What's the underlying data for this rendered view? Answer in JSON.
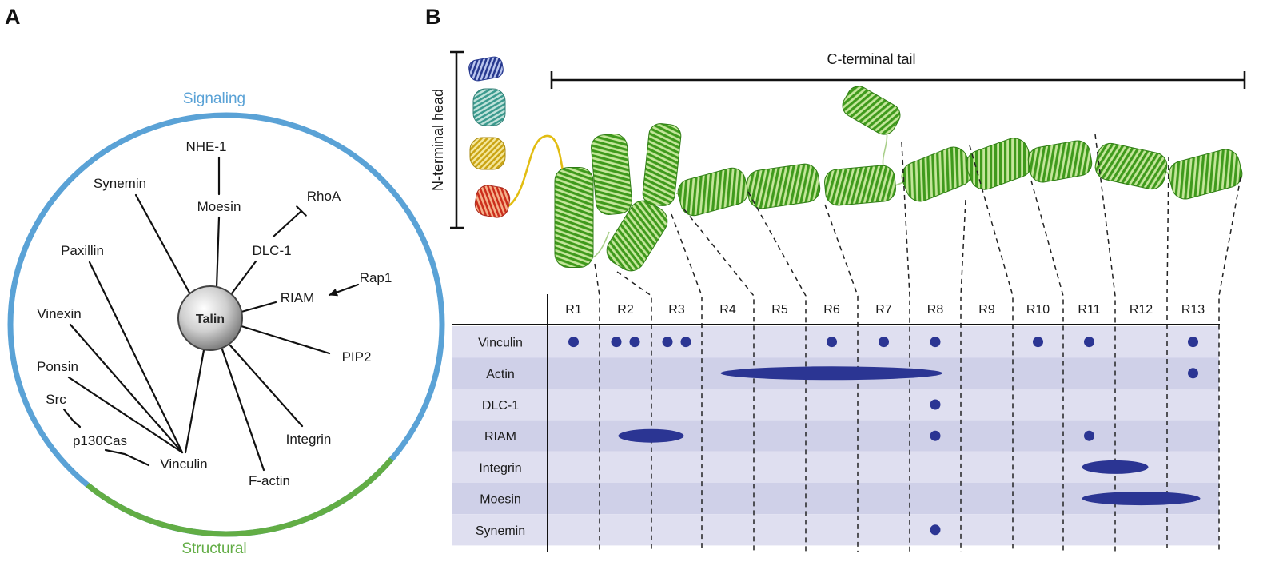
{
  "panel_a": {
    "label": "A",
    "ring": {
      "top_label": "Signaling",
      "bottom_label": "Structural"
    },
    "hub": "Talin",
    "nodes": {
      "nhe1": "NHE-1",
      "moesin": "Moesin",
      "synemin": "Synemin",
      "rhoa": "RhoA",
      "dlc1": "DLC-1",
      "rap1": "Rap1",
      "riam": "RIAM",
      "pip2": "PIP2",
      "paxillin": "Paxillin",
      "vinexin": "Vinexin",
      "ponsin": "Ponsin",
      "src": "Src",
      "p130cas": "p130Cas",
      "vinculin": "Vinculin",
      "integrin": "Integrin",
      "factin": "F-actin"
    }
  },
  "panel_b": {
    "label": "B",
    "head_label": "N-terminal head",
    "tail_label": "C-terminal tail",
    "columns": [
      "R1",
      "R2",
      "R3",
      "R4",
      "R5",
      "R6",
      "R7",
      "R8",
      "R9",
      "R10",
      "R11",
      "R12",
      "R13"
    ],
    "rows": [
      {
        "name": "Vinculin",
        "sites": [
          {
            "col": 1,
            "count": 1
          },
          {
            "col": 2,
            "count": 2
          },
          {
            "col": 3,
            "count": 2
          },
          {
            "col": 6,
            "count": 1
          },
          {
            "col": 7,
            "count": 1
          },
          {
            "col": 8,
            "count": 1
          },
          {
            "col": 10,
            "count": 1
          },
          {
            "col": 11,
            "count": 1
          },
          {
            "col": 13,
            "count": 1
          }
        ],
        "spans": []
      },
      {
        "name": "Actin",
        "sites": [
          {
            "col": 13,
            "count": 1
          }
        ],
        "spans": [
          {
            "from": 4,
            "to": 8
          }
        ]
      },
      {
        "name": "DLC-1",
        "sites": [
          {
            "col": 8,
            "count": 1
          }
        ],
        "spans": []
      },
      {
        "name": "RIAM",
        "sites": [
          {
            "col": 8,
            "count": 1
          },
          {
            "col": 11,
            "count": 1
          }
        ],
        "spans": [
          {
            "from": 2,
            "to": 3
          }
        ]
      },
      {
        "name": "Integrin",
        "sites": [],
        "spans": [
          {
            "from": 11,
            "to": 12
          }
        ]
      },
      {
        "name": "Moesin",
        "sites": [],
        "spans": [
          {
            "from": 11,
            "to": 13
          }
        ]
      },
      {
        "name": "Synemin",
        "sites": [
          {
            "col": 8,
            "count": 1
          }
        ],
        "spans": []
      }
    ]
  },
  "colors": {
    "signaling": "#5aa2d6",
    "structural": "#62ad45",
    "binding_mark": "#2b3593",
    "row_band_light": "#dfdff0",
    "row_band_dark": "#cfd0e8",
    "helix_green": "#3f9a1c"
  }
}
